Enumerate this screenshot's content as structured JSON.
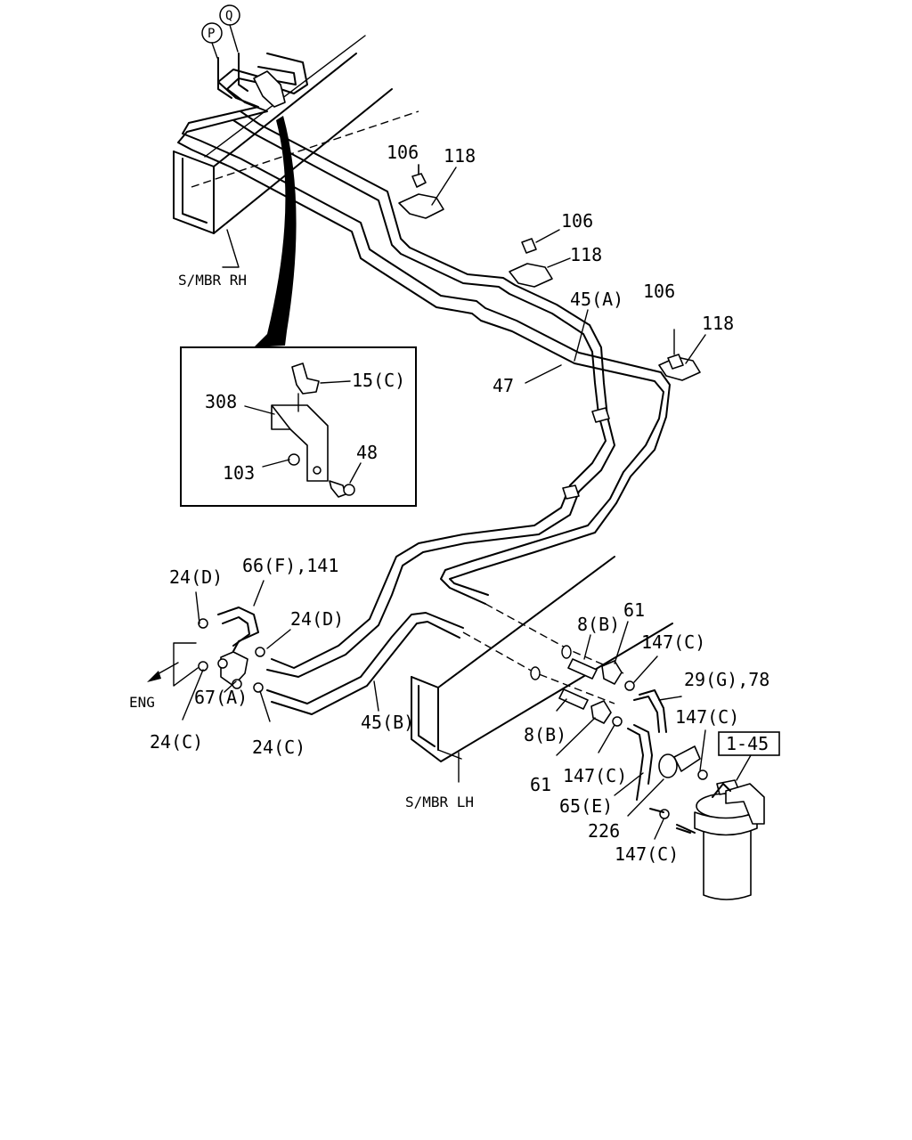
{
  "callouts": {
    "p": "P",
    "q": "Q",
    "c106a": "106",
    "c118a": "118",
    "c106b": "106",
    "c118b": "118",
    "c45a": "45(A)",
    "c106c": "106",
    "c118c": "118",
    "c47": "47",
    "c15c": "15(C)",
    "c308": "308",
    "c103": "103",
    "c48": "48",
    "c24d_a": "24(D)",
    "c66f": "66(F),141",
    "c24d_b": "24(D)",
    "c8b_a": "8(B)",
    "c61_a": "61",
    "c147c_a": "147(C)",
    "c29g": "29(G),78",
    "c147c_b": "147(C)",
    "c145": "1-45",
    "c67a": "67(A)",
    "c24c_a": "24(C)",
    "c24c_b": "24(C)",
    "c45b": "45(B)",
    "c8b_b": "8(B)",
    "c61_b": "61",
    "c147c_c": "147(C)",
    "c65e": "65(E)",
    "c226": "226",
    "c147c_d": "147(C)"
  },
  "labels": {
    "smbr_rh": "S/MBR RH",
    "smbr_lh": "S/MBR LH",
    "eng": "ENG"
  }
}
